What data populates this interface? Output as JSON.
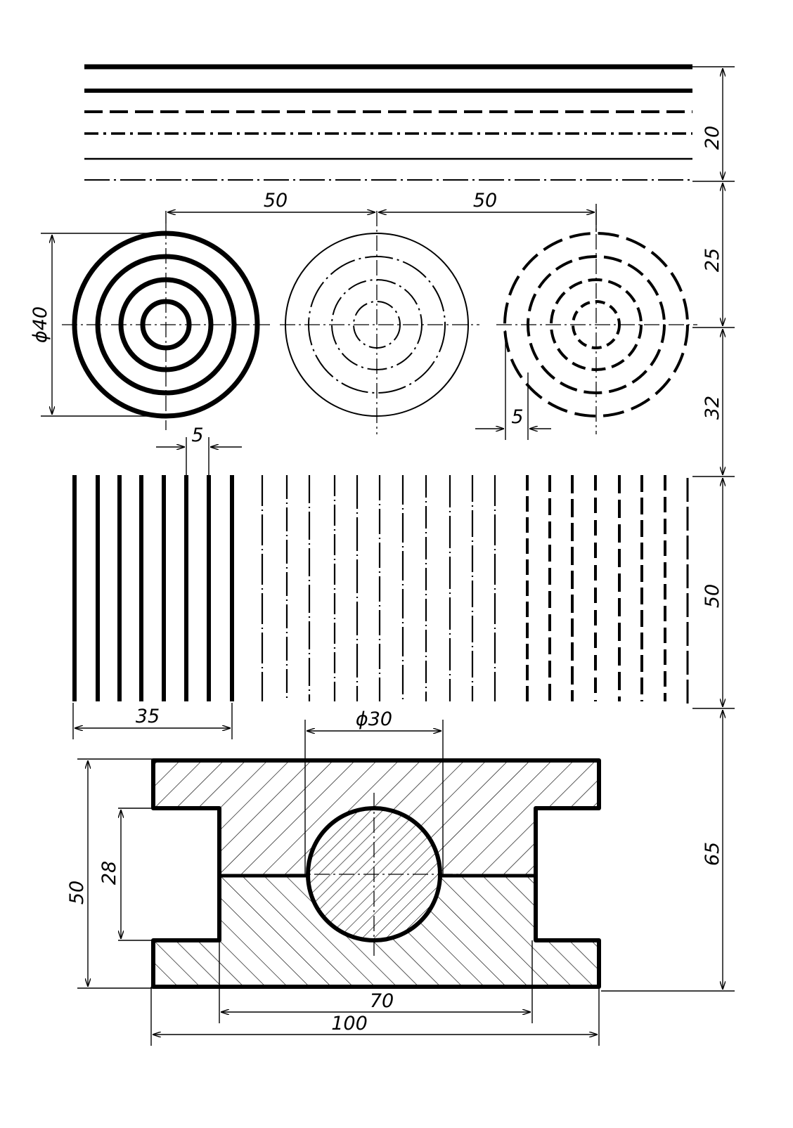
{
  "drawing": {
    "ink_color": "#000000",
    "background_color": "#ffffff",
    "dimensions": {
      "line_block_height": "20",
      "circle_spacing_left": "50",
      "circle_spacing_right": "50",
      "circle_diameter": "ϕ40",
      "circle_row_offset": "25",
      "ring_gap": "5",
      "circle_to_verticals": "32",
      "vertical_gap": "5",
      "vertical_line_height": "50",
      "vertical_group_width": "35",
      "bore_diameter": "ϕ30",
      "part_height": "50",
      "slot_height": "28",
      "part_region_height": "65",
      "inner_width": "70",
      "overall_width": "100"
    }
  }
}
